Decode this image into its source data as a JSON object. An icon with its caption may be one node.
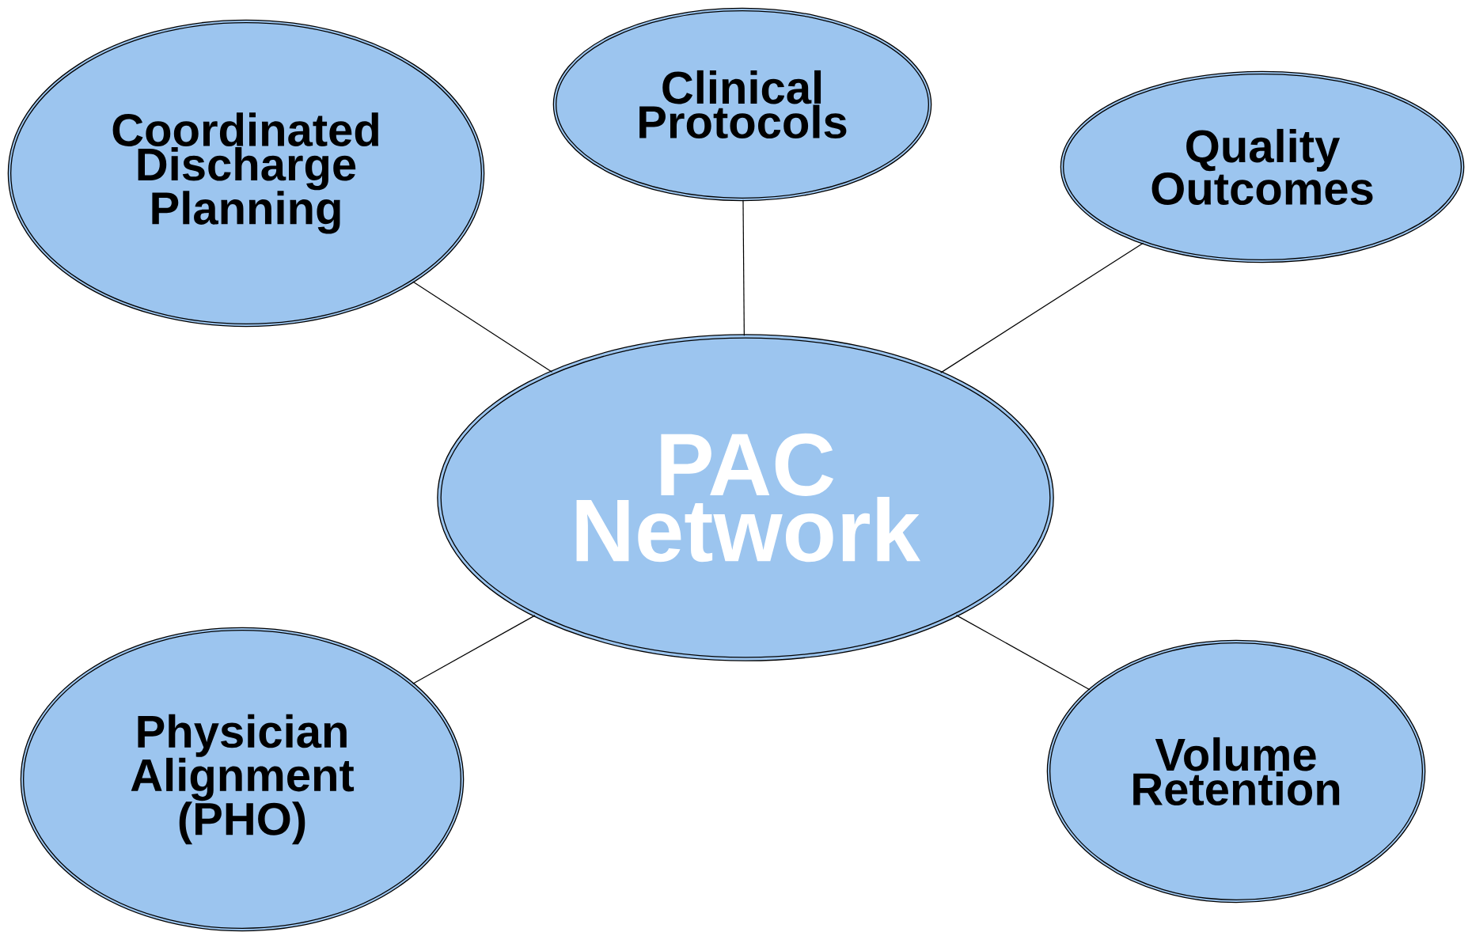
{
  "diagram": {
    "nodes": [
      {
        "text": [
          "Coordinated Discharge Planning"
        ]
      },
      {
        "text": [
          "Clinical Protocols"
        ]
      },
      {
        "text": [
          "Quality Outcomes"
        ]
      },
      {
        "text": [
          "PAC Network"
        ]
      },
      {
        "text": [
          "Physician Alignment (PHO)"
        ]
      },
      {
        "text": [
          "Volume Retention"
        ]
      }
    ],
    "edges": [
      {
        "from": 3,
        "to": 0,
        "arrow": "none"
      },
      {
        "from": 3,
        "to": 1,
        "arrow": "none"
      },
      {
        "from": 3,
        "to": 2,
        "arrow": "none"
      },
      {
        "from": 3,
        "to": 4,
        "arrow": "none"
      },
      {
        "from": 3,
        "to": 5,
        "arrow": "none"
      }
    ]
  }
}
